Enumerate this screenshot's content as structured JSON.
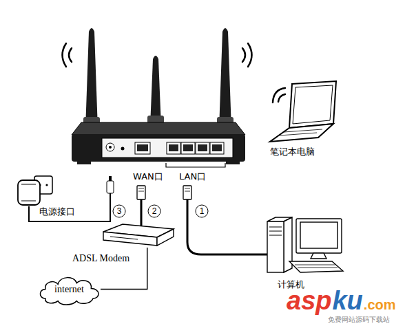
{
  "diagram": {
    "nodes": [
      {
        "text": [
          "笔记本电脑"
        ]
      },
      {
        "text": [
          "电源接口"
        ]
      },
      {
        "text": [
          "ADSL Modem"
        ]
      },
      {
        "text": [
          "internet"
        ]
      },
      {
        "text": [
          "计算机"
        ]
      }
    ],
    "edges": [
      {
        "from": 3,
        "to": 2,
        "arrow": "none"
      }
    ],
    "labels": [
      "WAN口",
      "LAN口",
      "3",
      "2",
      "1",
      "asp",
      "ku",
      ".com",
      "免费网站源码下载站"
    ]
  }
}
